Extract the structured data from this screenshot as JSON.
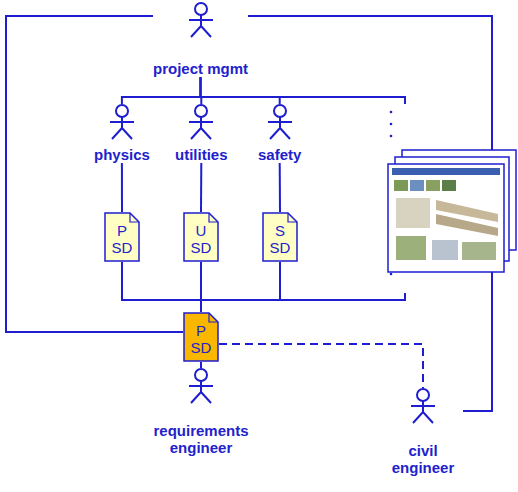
{
  "diagram": {
    "nodes": [
      {
        "text": [
          "project mgmt"
        ]
      },
      {
        "text": [
          "physics"
        ]
      },
      {
        "text": [
          "utilities"
        ]
      },
      {
        "text": [
          "safety"
        ]
      },
      {
        "text": [
          "P SD"
        ]
      },
      {
        "text": [
          "U SD"
        ]
      },
      {
        "text": [
          "S SD"
        ]
      },
      {
        "text": [
          "P SD"
        ]
      },
      {
        "text": [
          "requirements engineer"
        ]
      },
      {
        "text": [
          "civil engineer"
        ]
      }
    ],
    "edges": [
      {
        "from": 0,
        "to": 1,
        "arrow": "none"
      },
      {
        "from": 0,
        "to": 2,
        "arrow": "none"
      },
      {
        "from": 0,
        "to": 3,
        "arrow": "none"
      },
      {
        "from": 1,
        "to": 4,
        "arrow": "none"
      },
      {
        "from": 2,
        "to": 5,
        "arrow": "none"
      },
      {
        "from": 3,
        "to": 6,
        "arrow": "none"
      },
      {
        "from": 4,
        "to": 7,
        "arrow": "none"
      },
      {
        "from": 5,
        "to": 7,
        "arrow": "none"
      },
      {
        "from": 6,
        "to": 7,
        "arrow": "none"
      },
      {
        "from": 7,
        "to": 8,
        "arrow": "none"
      },
      {
        "from": 0,
        "to": 7,
        "arrow": "none"
      },
      {
        "from": 0,
        "to": 9,
        "arrow": "none"
      },
      {
        "from": 7,
        "to": 9,
        "arrow": "none"
      }
    ]
  }
}
